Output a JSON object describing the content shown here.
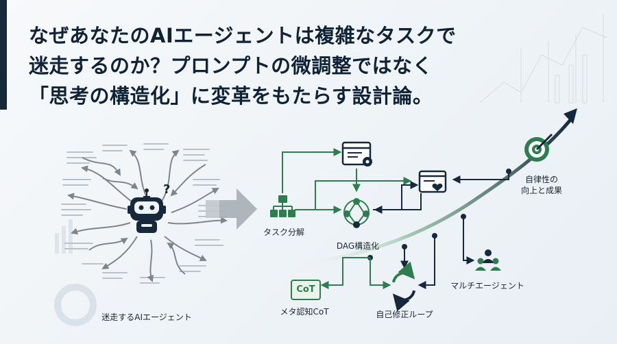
{
  "headline": {
    "line1": "なぜあなたのAIエージェントは複雑なタスクで",
    "line2": "迷走するのか？プロンプトの微調整ではなく",
    "line3": "「思考の構造化」に変革をもたらす設計論。"
  },
  "labels": {
    "lost_agent": "迷走するAIエージェント",
    "task_decomposition": "タスク分解",
    "dag_structuring": "DAG構造化",
    "meta_cot": "メタ認知CoT",
    "self_correction": "自己修正ループ",
    "multi_agent": "マルチエージェント",
    "autonomy_line1": "自律性の",
    "autonomy_line2": "向上と成果"
  },
  "cot_badge": "CoT",
  "robot_question": "?",
  "icons": [
    "robot-icon",
    "hierarchy-icon",
    "browser-gear-icon",
    "network-icon",
    "browser-heart-icon",
    "cycle-icon",
    "team-icon",
    "target-icon"
  ],
  "colors": {
    "navy": "#16283c",
    "green": "#2e7d4f",
    "gray_arrow": "#7d858d",
    "background": "#f2f6f9"
  }
}
